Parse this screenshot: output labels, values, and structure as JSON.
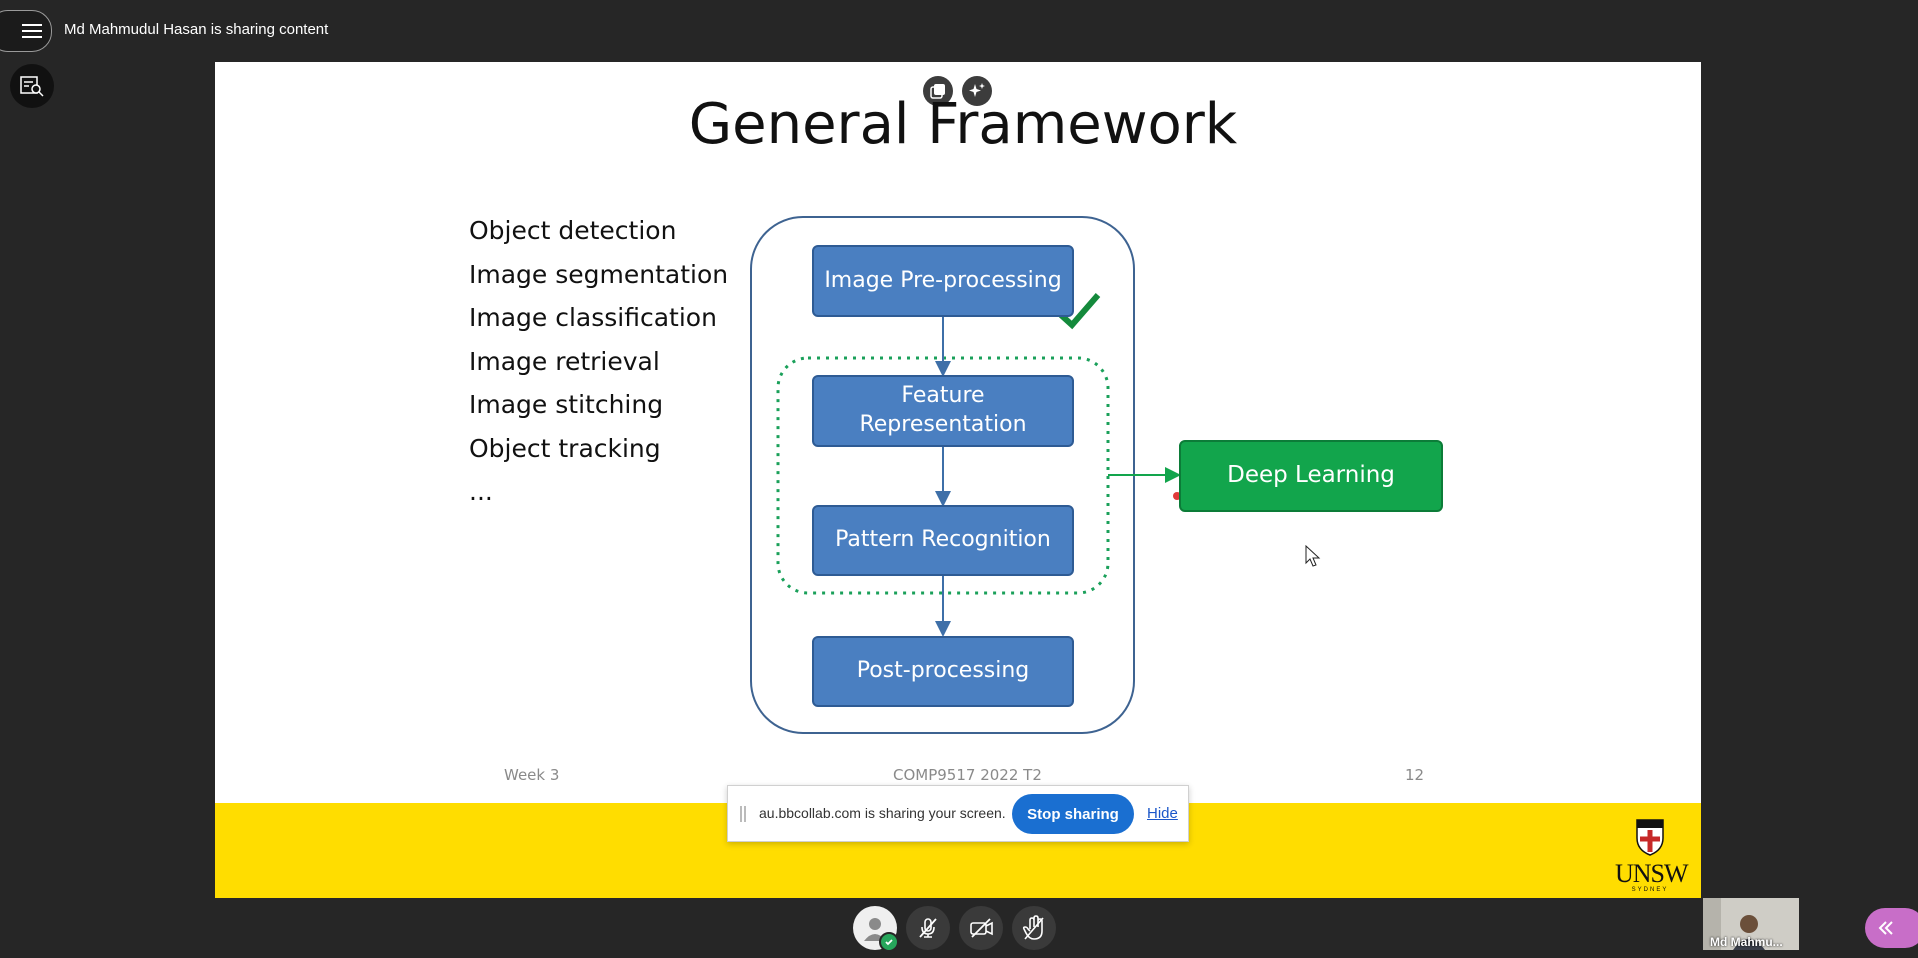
{
  "session": {
    "sharing_title": "Md Mahmudul Hasan is sharing content"
  },
  "slide": {
    "title": "General Framework",
    "tasks": [
      "Object detection",
      "Image segmentation",
      "Image classification",
      "Image retrieval",
      "Image stitching",
      "Object tracking",
      "..."
    ],
    "diagram": {
      "box1": "Image Pre-processing",
      "box2_line1": "Feature",
      "box2_line2": "Representation",
      "box3": "Pattern Recognition",
      "box4": "Post-processing",
      "side_box": "Deep Learning"
    },
    "footer": {
      "left": "Week 3",
      "center": "COMP9517 2022 T2",
      "right": "12"
    },
    "logo": {
      "text": "UNSW",
      "sub": "SYDNEY"
    }
  },
  "share_bar": {
    "text": "au.bbcollab.com is sharing your screen.",
    "stop_label": "Stop sharing",
    "hide_label": "Hide"
  },
  "participant": {
    "name": "Md Mahmu..."
  },
  "colors": {
    "accent_blue": "#1a6fd1",
    "box_blue": "#4a7fc1",
    "deep_learning_green": "#12a54c",
    "banner_yellow": "#ffdd00",
    "collapse_purple": "#c86ec8"
  }
}
